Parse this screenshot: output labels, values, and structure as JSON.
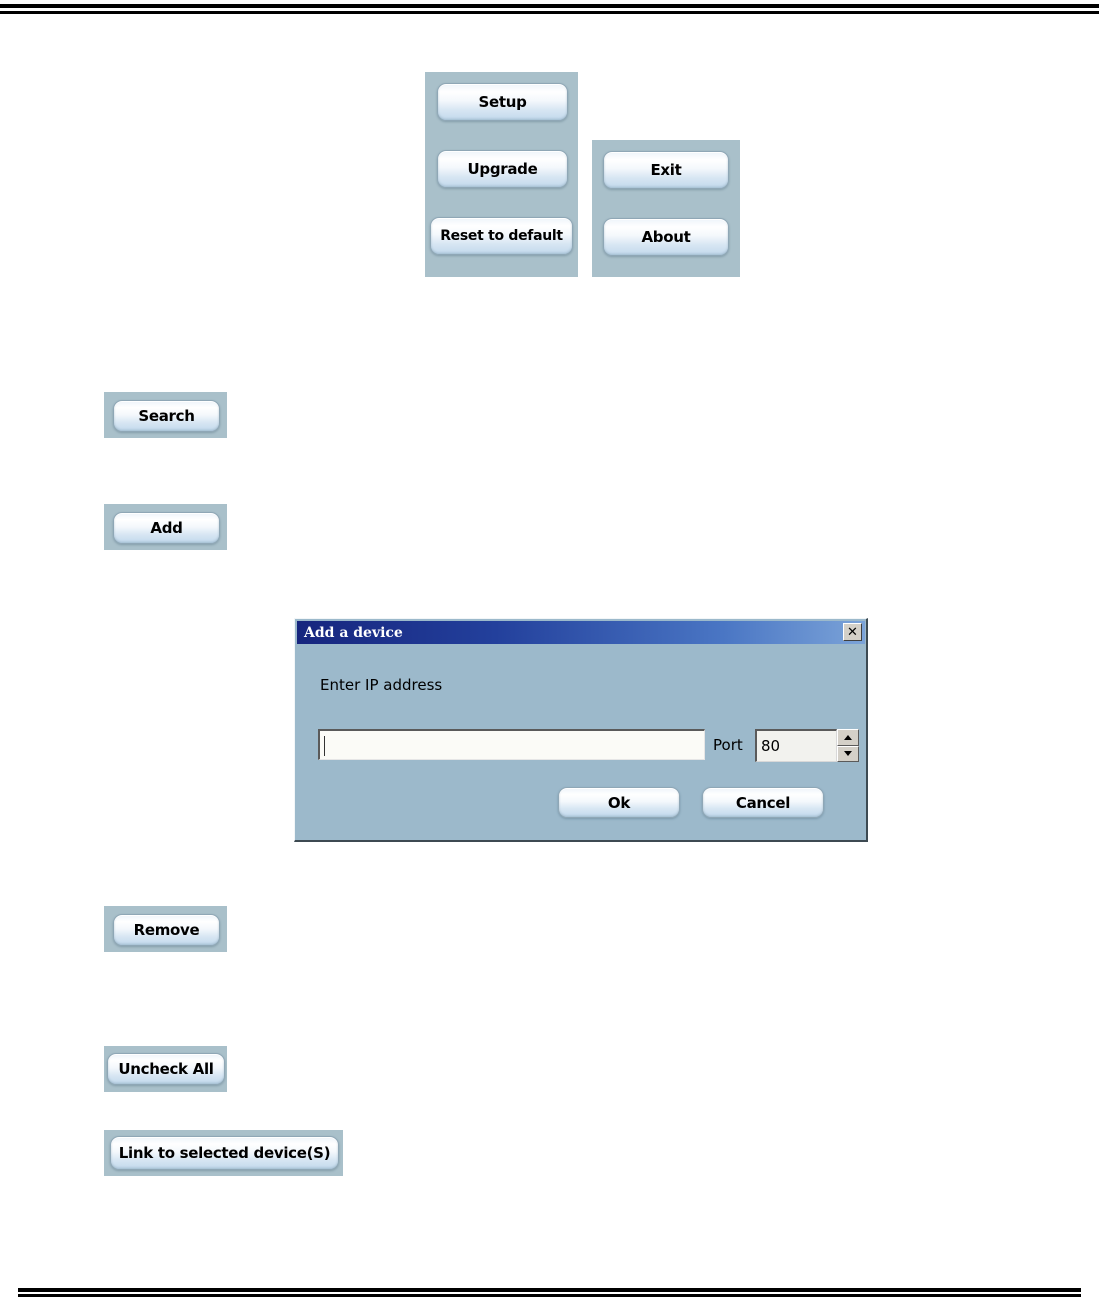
{
  "page": {
    "rules": {
      "top": "double-rule",
      "bottom": "double-rule"
    }
  },
  "action_panel": {
    "buttons": [
      {
        "label": "Setup",
        "name": "setup-button"
      },
      {
        "label": "Upgrade",
        "name": "upgrade-button"
      },
      {
        "label": "Reset to default",
        "name": "reset-to-default-button"
      }
    ]
  },
  "system_panel": {
    "buttons": [
      {
        "label": "Exit",
        "name": "exit-button"
      },
      {
        "label": "About",
        "name": "about-button"
      }
    ]
  },
  "standalone_buttons": [
    {
      "label": "Search",
      "name": "search-button"
    },
    {
      "label": "Add",
      "name": "add-button"
    },
    {
      "label": "Remove",
      "name": "remove-button"
    },
    {
      "label": "Uncheck All",
      "name": "uncheck-all-button"
    },
    {
      "label": "Link to selected device(S)",
      "name": "link-to-selected-device-button"
    }
  ],
  "dialog": {
    "title": "Add a device",
    "close_label": "✕",
    "ip_label": "Enter IP address",
    "ip_value": "",
    "ip_placeholder": "",
    "port_label": "Port",
    "port_value": "80",
    "ok_label": "Ok",
    "cancel_label": "Cancel"
  },
  "colors": {
    "panel_bg": "#a9c0ca",
    "dialog_bg": "#9cb9cb",
    "titlebar_start": "#16257e",
    "titlebar_end": "#7ba3d8",
    "button_face": "#ffffff",
    "rule": "#000000"
  }
}
